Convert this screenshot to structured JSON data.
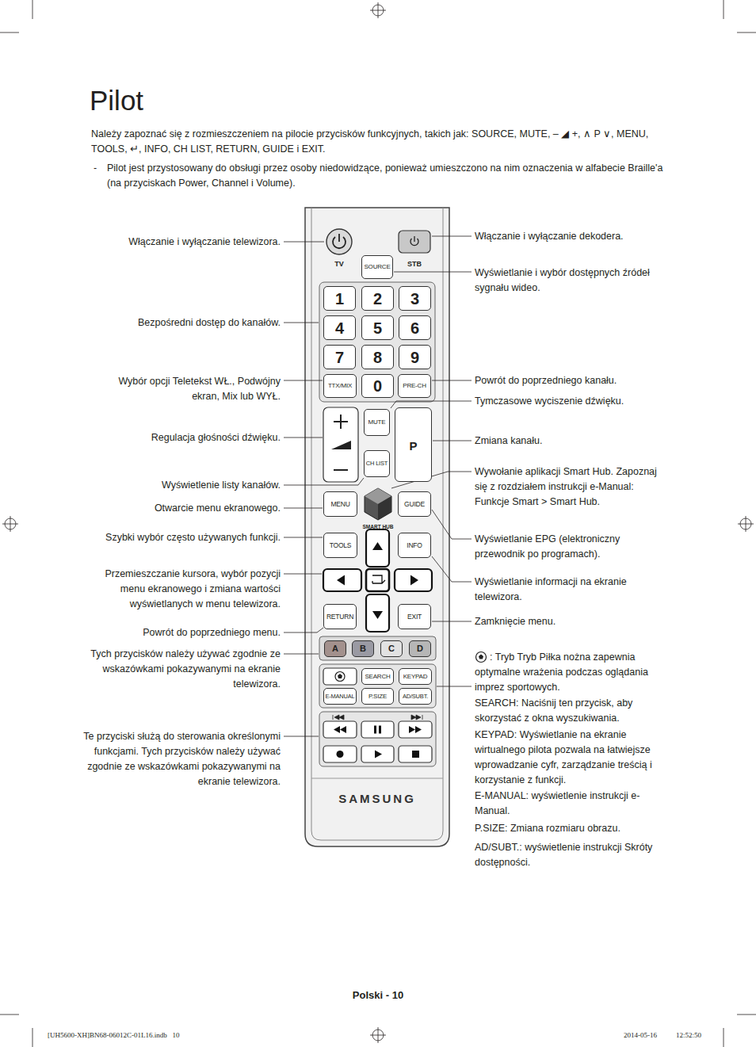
{
  "diagram": {
    "title": "Pilot",
    "nodes": [
      {
        "text": [
          "SAMSUNG"
        ]
      },
      {
        "text": [
          "TV"
        ],
        "in": 0
      },
      {
        "text": [
          "STB"
        ],
        "in": 0
      },
      {
        "text": [
          "SOURCE"
        ],
        "in": 0
      },
      {
        "text": [
          "1"
        ],
        "in": 0
      },
      {
        "text": [
          "2"
        ],
        "in": 0
      },
      {
        "text": [
          "3"
        ],
        "in": 0
      },
      {
        "text": [
          "4"
        ],
        "in": 0
      },
      {
        "text": [
          "5"
        ],
        "in": 0
      },
      {
        "text": [
          "6"
        ],
        "in": 0
      },
      {
        "text": [
          "7"
        ],
        "in": 0
      },
      {
        "text": [
          "8"
        ],
        "in": 0
      },
      {
        "text": [
          "9"
        ],
        "in": 0
      },
      {
        "text": [
          "TTX/MIX"
        ],
        "in": 0
      },
      {
        "text": [
          "0"
        ],
        "in": 0
      },
      {
        "text": [
          "PRE-CH"
        ],
        "in": 0
      },
      {
        "text": [
          "MUTE"
        ],
        "in": 0
      },
      {
        "text": [
          "P"
        ],
        "in": 0
      },
      {
        "text": [
          "CH LIST"
        ],
        "in": 0
      },
      {
        "text": [
          "MENU"
        ],
        "in": 0
      },
      {
        "text": [
          "SMART HUB"
        ],
        "in": 0
      },
      {
        "text": [
          "GUIDE"
        ],
        "in": 0
      },
      {
        "text": [
          "TOOLS"
        ],
        "in": 0
      },
      {
        "text": [
          "INFO"
        ],
        "in": 0
      },
      {
        "text": [
          "RETURN"
        ],
        "in": 0
      },
      {
        "text": [
          "EXIT"
        ],
        "in": 0
      },
      {
        "text": [
          "A"
        ],
        "in": 0
      },
      {
        "text": [
          "B"
        ],
        "in": 0
      },
      {
        "text": [
          "C"
        ],
        "in": 0
      },
      {
        "text": [
          "D"
        ],
        "in": 0
      },
      {
        "text": [
          "SEARCH"
        ],
        "in": 0
      },
      {
        "text": [
          "KEYPAD"
        ],
        "in": 0
      },
      {
        "text": [
          "E-MANUAL"
        ],
        "in": 0
      },
      {
        "text": [
          "P.SIZE"
        ],
        "in": 0
      },
      {
        "text": [
          "AD/SUBT."
        ],
        "in": 0
      }
    ],
    "labels": [
      "Należy zapoznać się z rozmieszczeniem na pilocie przycisków funkcyjnych, takich jak: SOURCE, MUTE, – ◢ +, ∧ P ∨, MENU, TOOLS, ↵, INFO, CH LIST, RETURN, GUIDE i EXIT.",
      "-",
      "Pilot jest przystosowany do obsługi przez osoby niedowidzące, ponieważ umieszczono na nim oznaczenia w alfabecie Braille'a (na przyciskach Power, Channel i Volume).",
      "Włączanie i wyłączanie telewizora.",
      "Bezpośredni dostęp do kanałów.",
      "Wybór opcji Teletekst WŁ., Podwójny ekran, Mix lub WYŁ.",
      "Regulacja głośności dźwięku.",
      "Wyświetlenie listy kanałów.",
      "Otwarcie menu ekranowego.",
      "Szybki wybór często używanych funkcji.",
      "Przemieszczanie kursora, wybór pozycji menu ekranowego i zmiana wartości wyświetlanych w menu telewizora.",
      "Powrót do poprzedniego menu.",
      "Tych przycisków należy używać zgodnie ze wskazówkami pokazywanymi na ekranie telewizora.",
      "Te przyciski służą do sterowania określonymi funkcjami. Tych przycisków należy używać zgodnie ze wskazówkami pokazywanymi na ekranie telewizora.",
      "Włączanie i wyłączanie dekodera.",
      "Wyświetlanie i wybór dostępnych źródeł sygnału wideo.",
      "Powrót do poprzedniego kanału.",
      "Tymczasowe wyciszenie dźwięku.",
      "Zmiana kanału.",
      "Wywołanie aplikacji Smart Hub. Zapoznaj się z rozdziałem instrukcji e-Manual: Funkcje Smart > Smart Hub.",
      "Wyświetlanie EPG (elektroniczny przewodnik po programach).",
      "Wyświetlanie informacji na ekranie telewizora.",
      "Zamknięcie menu.",
      ": Tryb Tryb Piłka nożna zapewnia optymalne wrażenia podczas oglądania imprez sportowych.",
      "SEARCH: Naciśnij ten przycisk, aby skorzystać z okna wyszukiwania.",
      "KEYPAD: Wyświetlanie na ekranie wirtualnego pilota pozwala na łatwiejsze wprowadzanie cyfr, zarządzanie treścią i korzystanie z funkcji.",
      "E-MANUAL: wyświetlenie instrukcji e-Manual.",
      "P.SIZE: Zmiana rozmiaru obrazu.",
      "AD/SUBT.: wyświetlenie instrukcji Skróty dostępności.",
      "Polski - 10",
      "[UH5600-XH]BN68-06012C-01L16.indb   10",
      "2014-05-16",
      "12:52:50"
    ]
  }
}
